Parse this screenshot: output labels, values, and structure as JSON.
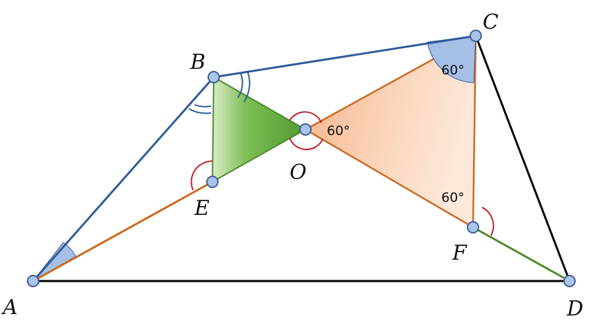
{
  "diagram": {
    "points": {
      "A": {
        "label": "A"
      },
      "B": {
        "label": "B"
      },
      "C": {
        "label": "C"
      },
      "D": {
        "label": "D"
      },
      "E": {
        "label": "E"
      },
      "F": {
        "label": "F"
      },
      "O": {
        "label": "O"
      }
    },
    "angle_labels": {
      "at_O": "60°",
      "at_C": "60°",
      "at_F": "60°"
    },
    "colors": {
      "blue_segments": "#2e5b9a",
      "black_segments": "#000000",
      "orange_segments": "#cc6a20",
      "green_segments": "#4e8a2c",
      "green_triangle": "#5aa03a",
      "orange_triangle": "#f7b98c",
      "red_arcs": "#c0202a",
      "blue_arc_fill": "#a6bfe6",
      "point_fill": "#a9c4ea",
      "point_stroke": "#3d5f98"
    }
  }
}
